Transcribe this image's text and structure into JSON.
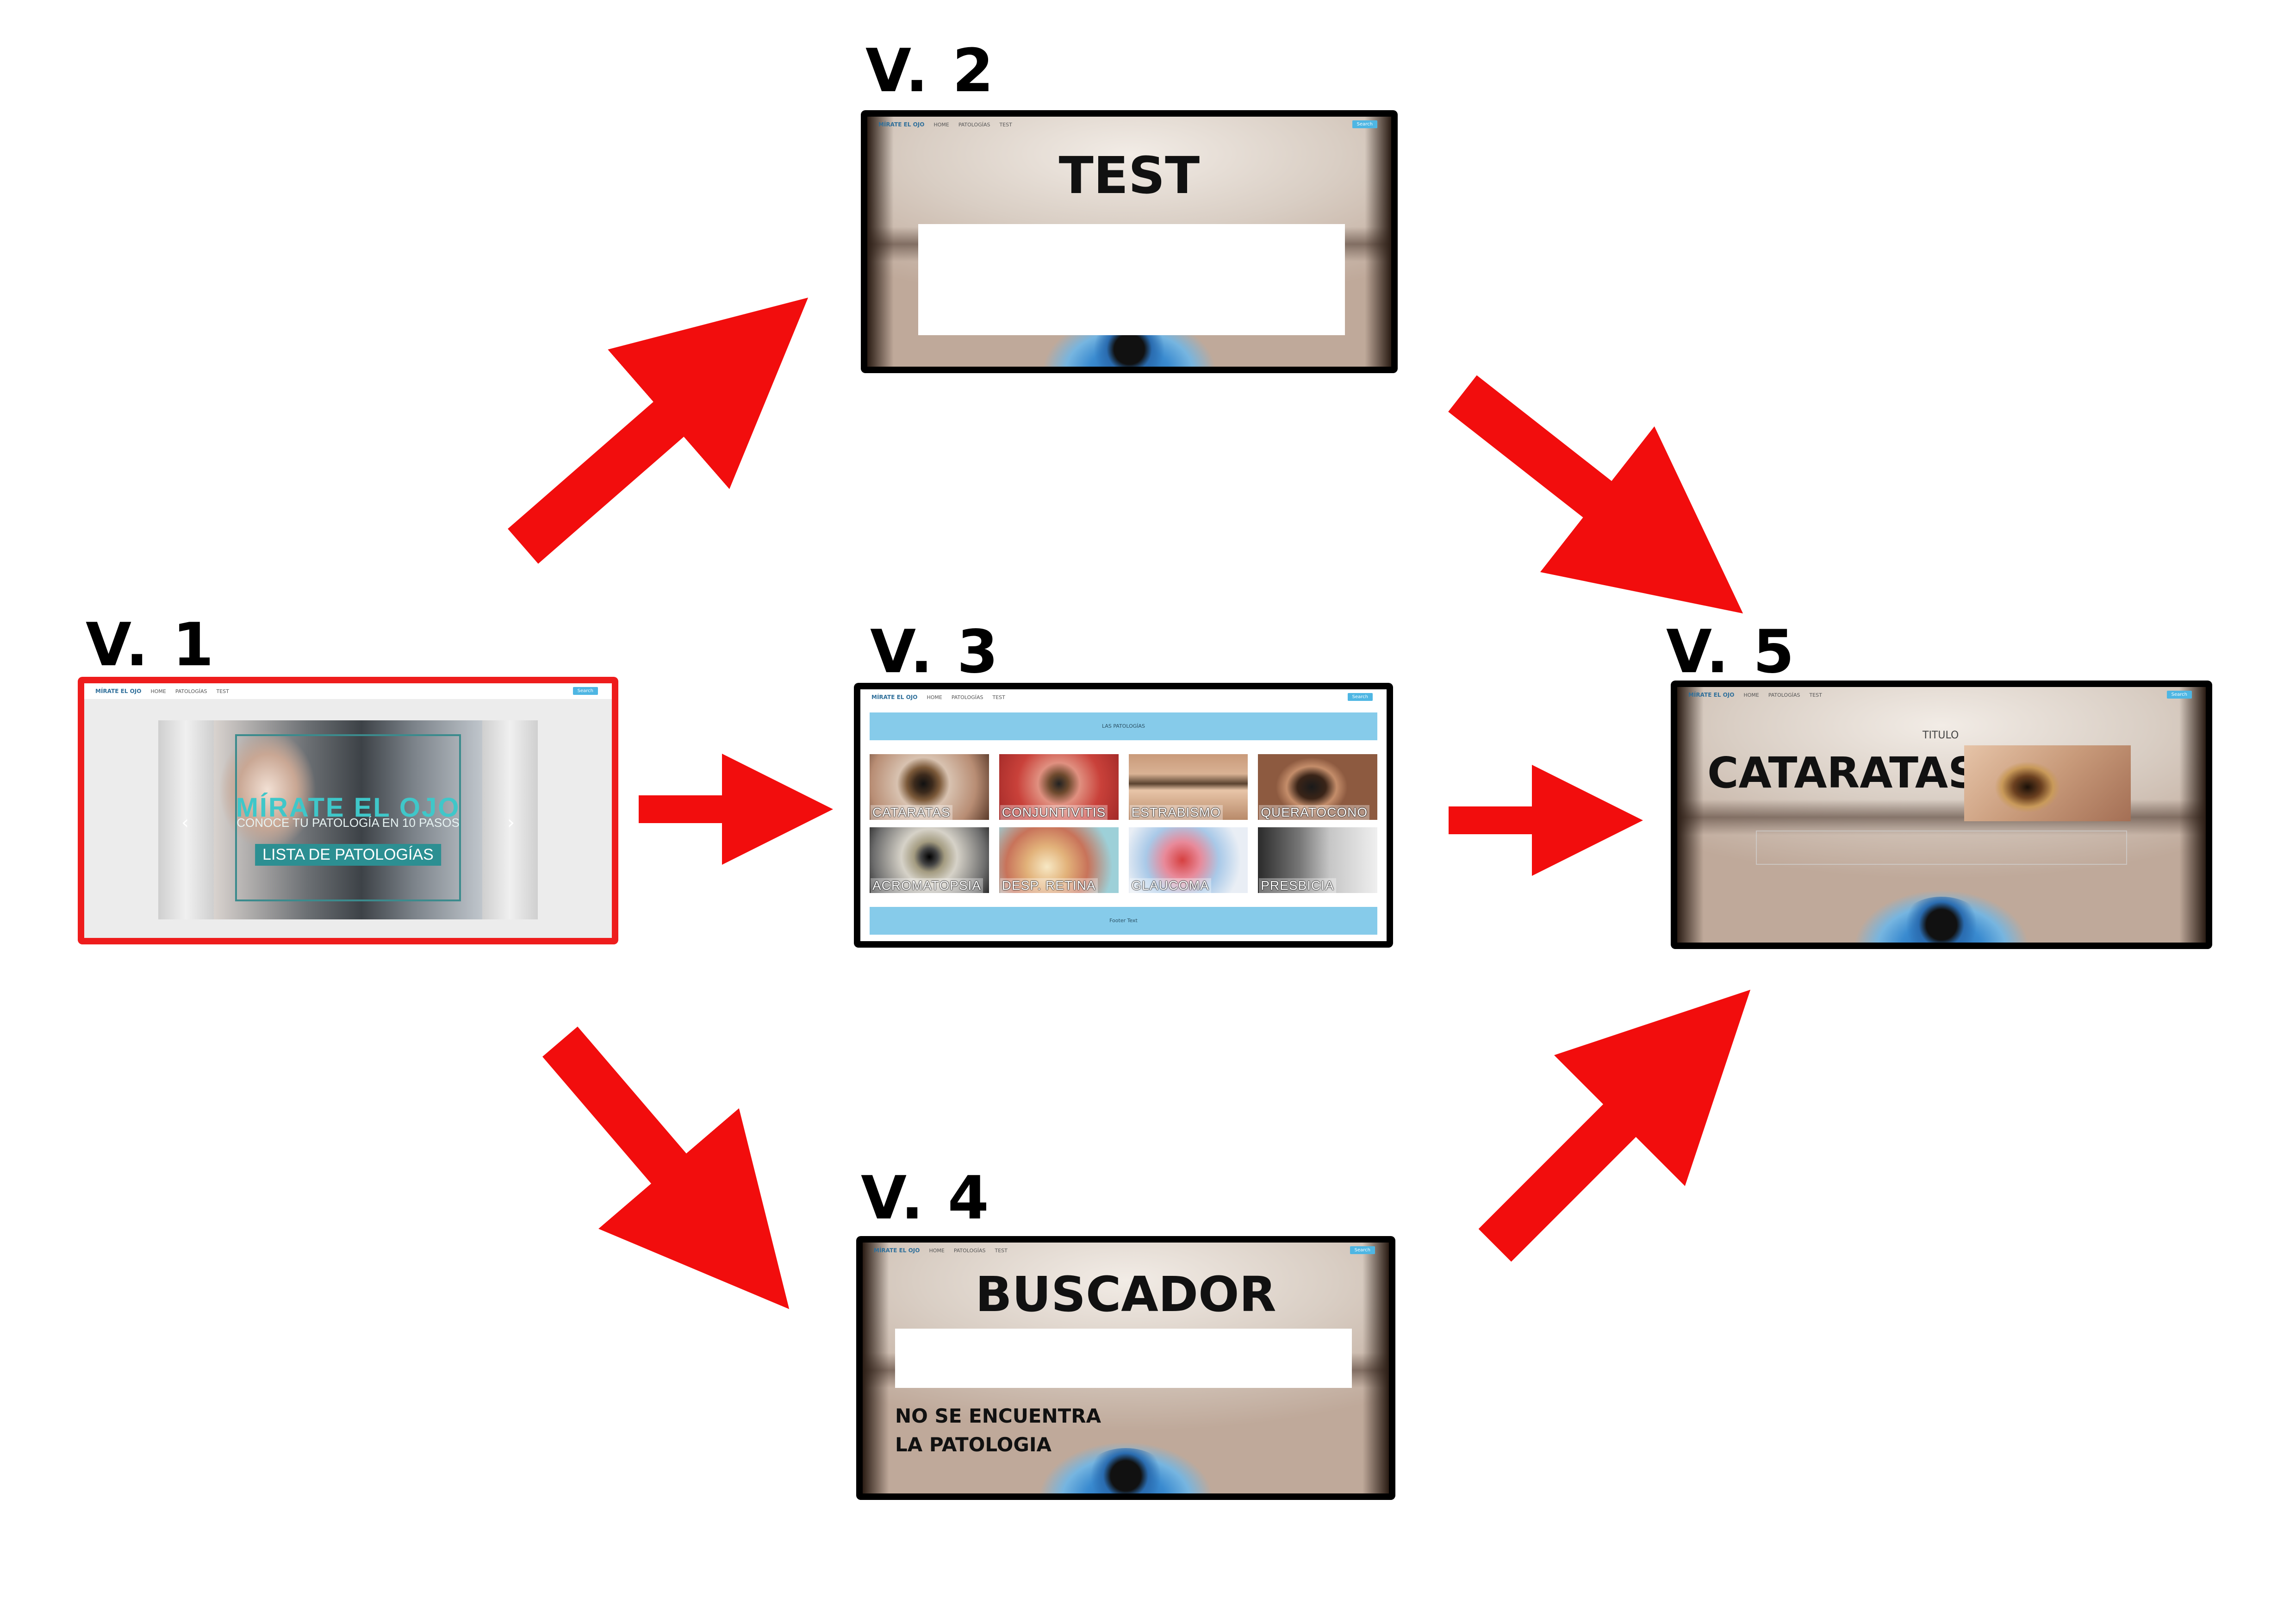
{
  "versions": {
    "v1": {
      "label": "V. 1",
      "nav": {
        "logo": "MÍRATE EL OJO",
        "items": [
          "HOME",
          "PATOLOGÍAS",
          "TEST"
        ],
        "search": "Search"
      },
      "carousel": {
        "title": "MÍRATE EL OJO",
        "subtitle": "CONOCE TU PATOLOGÍA EN 10 PASOS",
        "button": "LISTA DE PATOLOGÍAS",
        "prev": "‹",
        "next": "›"
      }
    },
    "v2": {
      "label": "V. 2",
      "nav": {
        "logo": "MÍRATE EL OJO",
        "items": [
          "HOME",
          "PATOLOGÍAS",
          "TEST"
        ],
        "search": "Search"
      },
      "heading": "TEST"
    },
    "v3": {
      "label": "V. 3",
      "nav": {
        "logo": "MÍRATE EL OJO",
        "items": [
          "HOME",
          "PATOLOGÍAS",
          "TEST"
        ],
        "search": "Search"
      },
      "banner_top": "LAS PATOLOGÍAS",
      "banner_bottom": "Footer Text",
      "tiles": [
        "CATARATAS",
        "CONJUNTIVITIS",
        "ESTRABISMO",
        "QUERATOCONO",
        "ACROMATOPSIA",
        "DESP. RETINA",
        "GLAUCOMA",
        "PRESBICIA"
      ]
    },
    "v4": {
      "label": "V. 4",
      "nav": {
        "logo": "MÍRATE EL OJO",
        "items": [
          "HOME",
          "PATOLOGÍAS",
          "TEST"
        ],
        "search": "Search"
      },
      "heading": "BUSCADOR",
      "message_line1": "NO SE ENCUENTRA",
      "message_line2": "LA PATOLOGIA"
    },
    "v5": {
      "label": "V. 5",
      "nav": {
        "logo": "MÍRATE EL OJO",
        "items": [
          "HOME",
          "PATOLOGÍAS",
          "TEST"
        ],
        "search": "Search"
      },
      "small_title": "TITULO",
      "heading": "CATARATAS"
    }
  },
  "colors": {
    "arrow": "#f20d0d",
    "highlight_border": "#ee1c1c",
    "frame_border": "#000000",
    "accent_blue": "#86cbea",
    "teal": "#3fc7c9"
  }
}
